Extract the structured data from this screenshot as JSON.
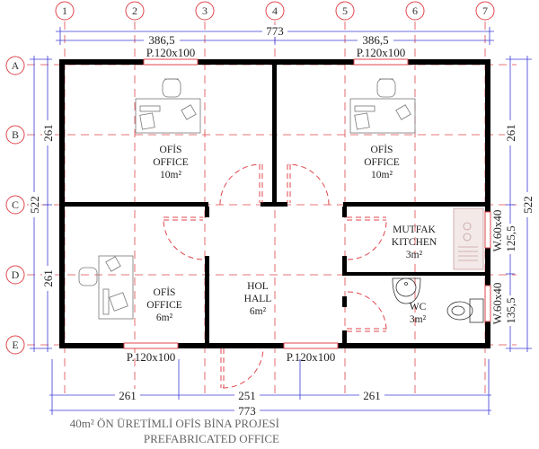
{
  "title": {
    "line1": "40m² ÖN ÜRETİMLİ OFİS BİNA PROJESİ",
    "line2": "PREFABRICATED OFFICE"
  },
  "colors": {
    "wall": "#000000",
    "grid_line": "#e0474c",
    "dimension_line": "#3b3bd6",
    "furniture": "#777777",
    "text": "#222222",
    "title_text": "#666666"
  },
  "grid": {
    "columns": [
      "1",
      "2",
      "3",
      "4",
      "5",
      "6",
      "7"
    ],
    "rows": [
      "A",
      "B",
      "C",
      "D",
      "E"
    ]
  },
  "dimensions": {
    "top_total": "773",
    "top_left": "386,5",
    "top_right": "386,5",
    "bottom_left": "261",
    "bottom_middle": "251",
    "bottom_right": "261",
    "bottom_total": "773",
    "left_total": "522",
    "left_top": "261",
    "left_bottom": "261",
    "right_total": "522",
    "right_top": "261",
    "right_mid": "125,5",
    "right_bottom": "135,5"
  },
  "openings": {
    "top_left_window": "P.120x100",
    "top_right_window": "P.120x100",
    "bottom_left_window": "P.120x100",
    "bottom_right_window": "P.120x100",
    "kitchen_window": "W.60x40",
    "wc_window": "W.60x40"
  },
  "rooms": [
    {
      "name_tr": "OFİS",
      "name_en": "OFFICE",
      "area": "10m²"
    },
    {
      "name_tr": "OFİS",
      "name_en": "OFFICE",
      "area": "10m²"
    },
    {
      "name_tr": "OFİS",
      "name_en": "OFFICE",
      "area": "6m²"
    },
    {
      "name_tr": "HOL",
      "name_en": "HALL",
      "area": "6m²"
    },
    {
      "name_tr": "MUTFAK",
      "name_en": "KITCHEN",
      "area": "3m²"
    },
    {
      "name_tr": "WC",
      "name_en": "",
      "area": "3m²"
    }
  ]
}
